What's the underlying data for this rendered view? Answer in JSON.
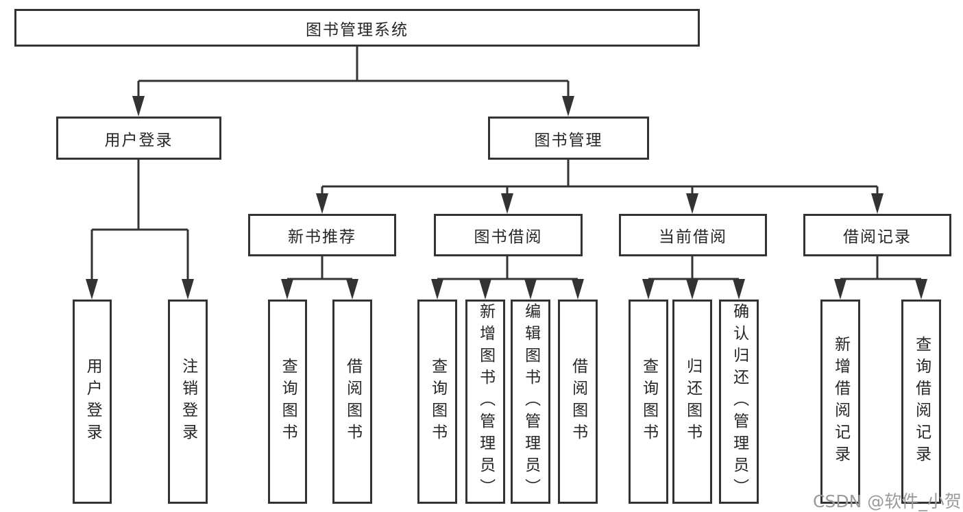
{
  "diagram": {
    "root": {
      "label": "图书管理系统"
    },
    "level2": [
      {
        "label": "用户登录",
        "children": [
          {
            "label": "用户登录"
          },
          {
            "label": "注销登录"
          }
        ]
      },
      {
        "label": "图书管理",
        "children": [
          {
            "label": "新书推荐",
            "children": [
              {
                "label": "查询图书"
              },
              {
                "label": "借阅图书"
              }
            ]
          },
          {
            "label": "图书借阅",
            "children": [
              {
                "label": "查询图书"
              },
              {
                "label": "新增图书（管理员）"
              },
              {
                "label": "编辑图书（管理员）"
              },
              {
                "label": "借阅图书"
              }
            ]
          },
          {
            "label": "当前借阅",
            "children": [
              {
                "label": "查询图书"
              },
              {
                "label": "归还图书"
              },
              {
                "label": "确认归还（管理员）"
              }
            ]
          },
          {
            "label": "借阅记录",
            "children": [
              {
                "label": "新增借阅记录"
              },
              {
                "label": "查询借阅记录"
              }
            ]
          }
        ]
      }
    ]
  },
  "watermark": {
    "text": "CSDN @软件_小贺同学"
  },
  "colors": {
    "line": "#333333",
    "text": "#262626",
    "watermark": "#9b9b9b",
    "bg": "#ffffff"
  }
}
